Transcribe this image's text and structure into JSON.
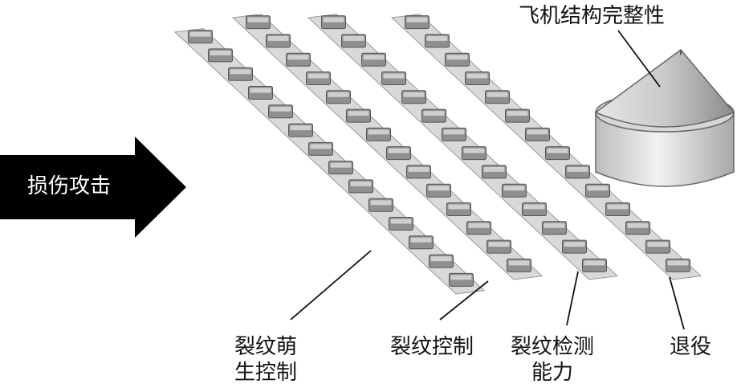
{
  "arrow": {
    "label": "损伤攻击",
    "color": "#000000"
  },
  "goal": {
    "label": "飞机结构完整性"
  },
  "labels": {
    "crack_initiation": {
      "line1": "裂纹萌",
      "line2": "生控制"
    },
    "crack_control": "裂纹控制",
    "crack_detection": {
      "line1": "裂纹检测",
      "line2": "能力"
    },
    "retirement": "退役"
  },
  "strips": {
    "count": 4,
    "blocks_per_strip": 14
  },
  "colors": {
    "strip": "#d9d9d9",
    "strip_edge": "#9a9a9a",
    "block": "#8f8f8f",
    "block_top": "#cfcfcf",
    "cone": "#c8c8c8"
  }
}
